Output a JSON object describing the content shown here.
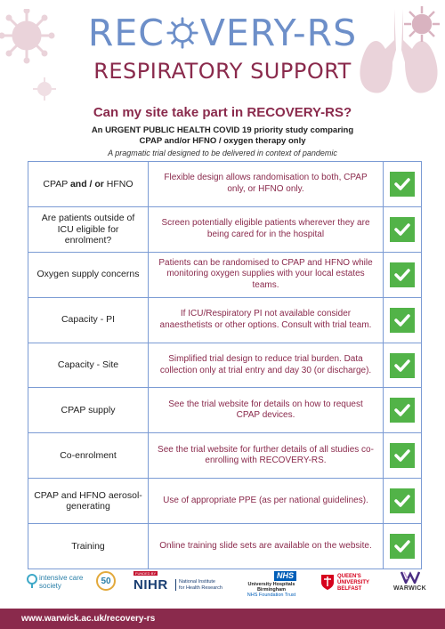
{
  "header": {
    "title_before": "REC",
    "title_after": "VERY-RS",
    "subtitle": "RESPIRATORY SUPPORT"
  },
  "question": "Can my site take part in RECOVERY-RS?",
  "description": {
    "line1": "An URGENT PUBLIC HEALTH COVID 19 priority study comparing",
    "line2": "CPAP and/or HFNO / oxygen therapy only"
  },
  "tagline": "A pragmatic trial designed to be delivered in context of pandemic",
  "rows": [
    {
      "label_a": "CPAP ",
      "label_bold": "and / or",
      "label_b": " HFNO",
      "detail": "Flexible design allows randomisation to both, CPAP only, or HFNO only."
    },
    {
      "label": "Are patients outside of ICU eligible for enrolment?",
      "detail": "Screen potentially eligible patients wherever they are being cared for in the hospital"
    },
    {
      "label": "Oxygen supply concerns",
      "detail": "Patients can be randomised to CPAP and HFNO while monitoring oxygen supplies with your local estates teams."
    },
    {
      "label": "Capacity - PI",
      "detail": "If ICU/Respiratory PI not available consider anaesthetists or other options. Consult with trial team."
    },
    {
      "label": "Capacity - Site",
      "detail": "Simplified trial design to reduce trial burden. Data collection only at trial entry and day 30 (or discharge)."
    },
    {
      "label": "CPAP supply",
      "detail": "See the trial website for details on how to request CPAP devices."
    },
    {
      "label": "Co-enrolment",
      "detail": "See the trial website for further details of all studies co-enrolling with RECOVERY-RS."
    },
    {
      "label": "CPAP and HFNO aerosol-generating",
      "detail": "Use of appropriate PPE (as per national guidelines)."
    },
    {
      "label": "Training",
      "detail": "Online training slide sets are available on the website."
    }
  ],
  "logos": {
    "ics_line1": "intensive care",
    "ics_line2": "society",
    "ics_badge": "50",
    "nihr_top": "FUNDED BY",
    "nihr": "NIHR",
    "nihr_name1": "National Institute",
    "nihr_name2": "for Health Research",
    "nhs": "NHS",
    "uhb1": "University Hospitals",
    "uhb2": "Birmingham",
    "uhb3": "NHS Foundation Trust",
    "qub1": "QUEEN'S",
    "qub2": "UNIVERSITY",
    "qub3": "BELFAST",
    "warwick": "WARWICK"
  },
  "footer_url": "www.warwick.ac.uk/recovery-rs",
  "colors": {
    "brand_maroon": "#8a2a4c",
    "brand_blue": "#6d8fc9",
    "check_green": "#52b348",
    "table_border": "#7b9bd4"
  },
  "icons": [
    "virus-icon",
    "lungs-icon",
    "gear-o-icon",
    "checkmark-icon"
  ]
}
